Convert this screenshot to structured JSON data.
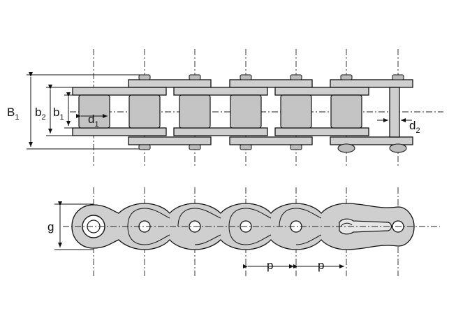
{
  "labels": {
    "B1": {
      "main": "B",
      "sub": "1"
    },
    "b2": {
      "main": "b",
      "sub": "2"
    },
    "b1": {
      "main": "b",
      "sub": "1"
    },
    "d1": {
      "main": "d",
      "sub": "1"
    },
    "d2": {
      "main": "d",
      "sub": "2"
    },
    "g": "g",
    "p": "p"
  },
  "colors": {
    "fill": "#cfcfcf",
    "stroke": "#111111",
    "background": "#ffffff"
  }
}
